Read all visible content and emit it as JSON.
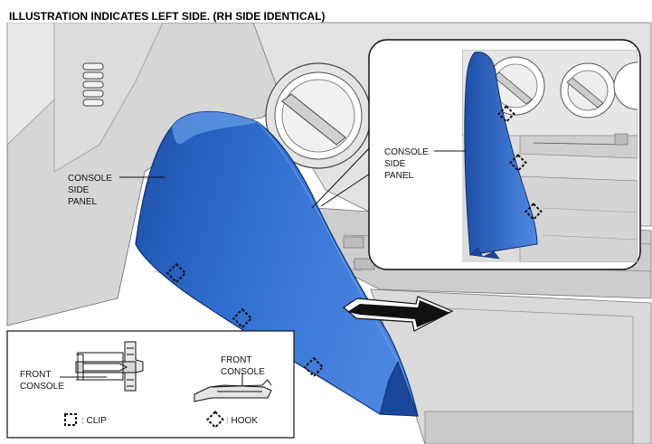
{
  "header": {
    "text": "ILLUSTRATION INDICATES LEFT SIDE. (RH SIDE IDENTICAL)"
  },
  "main_label": {
    "line1": "CONSOLE",
    "line2": "SIDE",
    "line3": "PANEL"
  },
  "inset_label": {
    "line1": "CONSOLE",
    "line2": "SIDE",
    "line3": "PANEL"
  },
  "legend": {
    "clip_detail_label_1": "FRONT",
    "clip_detail_label_2": "CONSOLE",
    "hook_detail_label_1": "FRONT",
    "hook_detail_label_2": "CONSOLE",
    "clip_key": ": CLIP",
    "hook_key": ": HOOK"
  },
  "colors": {
    "panel_blue": "#2f6fd0",
    "panel_blue_dark": "#1d4fa8",
    "panel_blue_light": "#5b93e6",
    "interior_gray": "#d9d9d9",
    "interior_light": "#ececec",
    "line": "#111111"
  },
  "icons": [
    "vent-icon",
    "arrow-icon",
    "clip-marker-icon",
    "hook-marker-icon"
  ]
}
